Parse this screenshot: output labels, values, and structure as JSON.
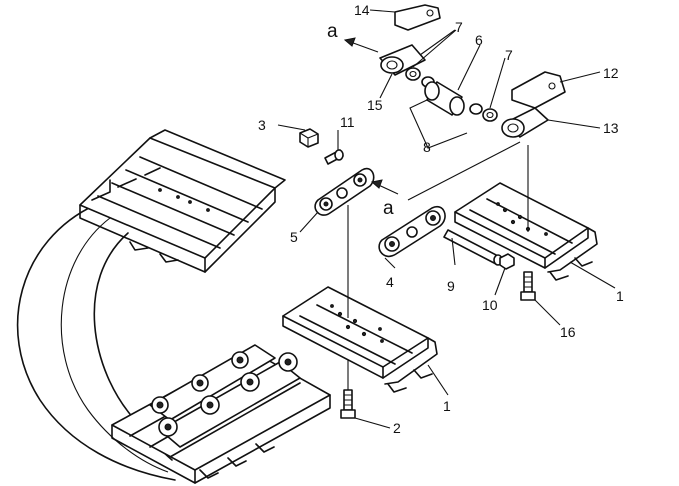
{
  "callouts": [
    {
      "id": "c14",
      "text": "14"
    },
    {
      "id": "c7a",
      "text": "7"
    },
    {
      "id": "c6",
      "text": "6"
    },
    {
      "id": "c7b",
      "text": "7"
    },
    {
      "id": "c12",
      "text": "12"
    },
    {
      "id": "c13",
      "text": "13"
    },
    {
      "id": "c15",
      "text": "15"
    },
    {
      "id": "c8",
      "text": "8"
    },
    {
      "id": "c3",
      "text": "3"
    },
    {
      "id": "c11",
      "text": "11"
    },
    {
      "id": "c5",
      "text": "5"
    },
    {
      "id": "c4",
      "text": "4"
    },
    {
      "id": "c9",
      "text": "9"
    },
    {
      "id": "c10",
      "text": "10"
    },
    {
      "id": "c1a",
      "text": "1"
    },
    {
      "id": "c1b",
      "text": "1"
    },
    {
      "id": "c16",
      "text": "16"
    },
    {
      "id": "c2",
      "text": "2"
    }
  ],
  "arrow_marks": [
    {
      "id": "a_top",
      "text": "a"
    },
    {
      "id": "a_mid",
      "text": "a"
    }
  ]
}
